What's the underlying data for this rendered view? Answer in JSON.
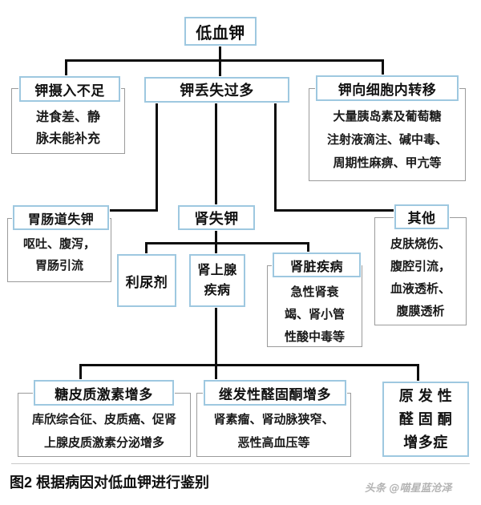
{
  "figure": {
    "caption": "图2 根据病因对低血钾进行鉴别",
    "watermark": "头条 @喵星蓝沧泽",
    "accent_border_color": "#9ec8e0",
    "detail_border_color": "#9b9b9b",
    "connector_color": "#0d0d0d"
  },
  "nodes": {
    "root": {
      "label": "低血钾"
    },
    "level1": [
      {
        "label": "钾摄入不足",
        "details": "进食差、静\n脉未能补充"
      },
      {
        "label": "钾丢失过多",
        "details": ""
      },
      {
        "label": "钾向细胞内转移",
        "details": "大量胰岛素及葡萄糖\n注射液滴注、碱中毒、\n周期性麻痹、甲亢等"
      }
    ],
    "level2": [
      {
        "label": "胃肠道失钾",
        "details": "呕吐、腹泻，\n胃肠引流"
      },
      {
        "label": "肾失钾",
        "details": ""
      },
      {
        "label": "其他",
        "details": "皮肤烧伤、\n腹腔引流，\n血液透析、\n腹膜透析"
      }
    ],
    "level3": [
      {
        "label": "利尿剂",
        "details": ""
      },
      {
        "label": "肾上腺\n疾病",
        "details": ""
      },
      {
        "label": "肾脏疾病",
        "details": "急性肾衰\n竭、肾小管\n性酸中毒等"
      }
    ],
    "level4": [
      {
        "label": "糖皮质激素增多",
        "details": "库欣综合征、皮质癌、促肾\n上腺皮质激素分泌增多"
      },
      {
        "label": "继发性醛固酮增多",
        "details": "肾素瘤、肾动脉狭窄、\n恶性高血压等"
      },
      {
        "label": "原 发 性\n醛 固 酮\n增多症",
        "details": ""
      }
    ]
  }
}
